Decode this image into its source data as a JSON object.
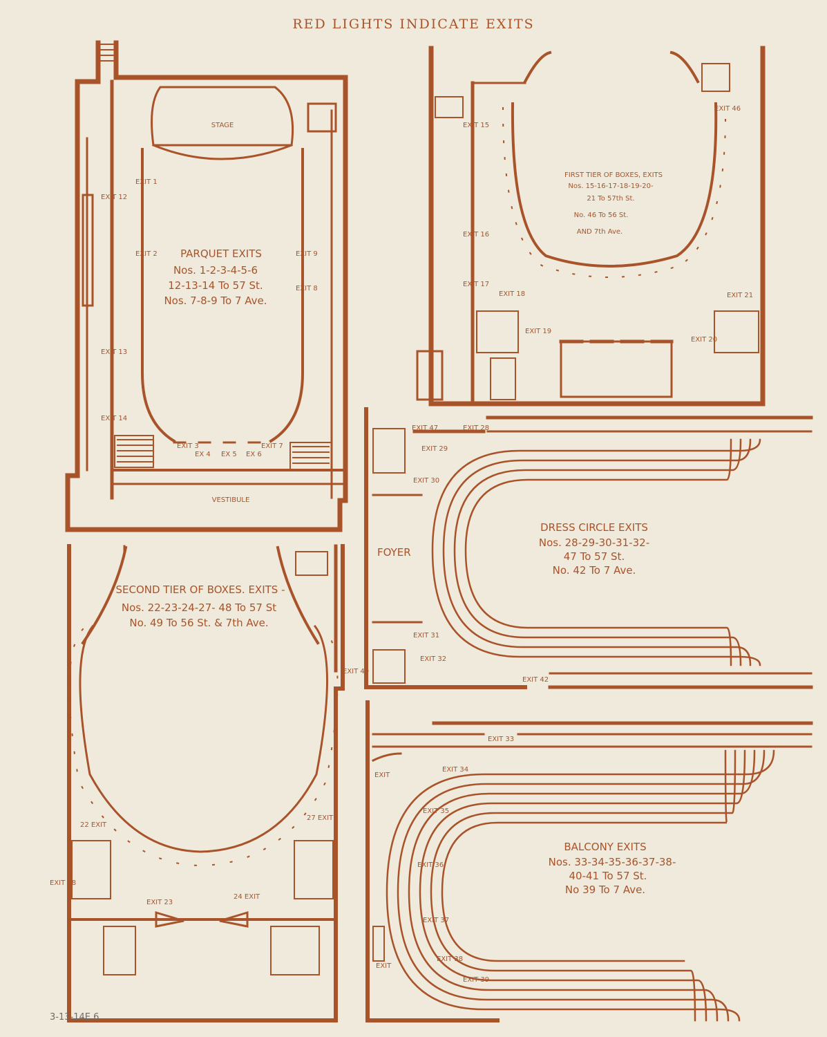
{
  "header": "RED LIGHTS INDICATE EXITS",
  "handwritten_note": "3-13-14E.6",
  "colors": {
    "ink": "#a9532a",
    "paper": "#efeadb"
  },
  "parquet": {
    "stage": "STAGE",
    "vestibule": "VESTIBULE",
    "title": "PARQUET EXITS",
    "lines": [
      "Nos. 1-2-3-4-5-6",
      "12-13-14 To 57 St.",
      "Nos. 7-8-9 To 7 Ave."
    ],
    "exits": {
      "e1": "EXIT 1",
      "e2": "EXIT 2",
      "e3": "EXIT 3",
      "e4": "EX 4",
      "e5": "EX 5",
      "e6": "EX 6",
      "e7": "EXIT 7",
      "e8": "EXIT 8",
      "e9": "EXIT 9",
      "e12": "EXIT 12",
      "e13": "EXIT 13",
      "e14": "EXIT 14"
    }
  },
  "first_tier": {
    "title": "FIRST TIER OF BOXES, EXITS",
    "lines": [
      "Nos. 15-16-17-18-19-20-",
      "21 To 57th St.",
      "No. 46 To 56 St.",
      "AND 7th Ave."
    ],
    "exits": {
      "e15": "EXIT 15",
      "e16": "EXIT 16",
      "e17": "EXIT 17",
      "e18": "EXIT 18",
      "e19": "EXIT 19",
      "e20": "EXIT 20",
      "e21": "EXIT 21",
      "e46": "EXIT 46"
    }
  },
  "dress_circle": {
    "foyer": "FOYER",
    "title": "DRESS CIRCLE EXITS",
    "lines": [
      "Nos. 28-29-30-31-32-",
      "47 To 57 St.",
      "No. 42 To 7 Ave."
    ],
    "exits": {
      "e28": "EXIT 28",
      "e29": "EXIT 29",
      "e30": "EXIT 30",
      "e31": "EXIT 31",
      "e32": "EXIT 32",
      "e42": "EXIT 42",
      "e47": "EXIT 47"
    }
  },
  "second_tier": {
    "title": "SECOND TIER OF BOXES. EXITS -",
    "lines": [
      "Nos. 22-23-24-27- 48 To 57 St",
      "No. 49 To 56 St. & 7th Ave."
    ],
    "exits": {
      "e22": "22 EXIT",
      "e23": "EXIT 23",
      "e24": "24 EXIT",
      "e27": "27 EXIT",
      "e48": "EXIT 48",
      "e49": "EXIT 49"
    }
  },
  "balcony": {
    "title": "BALCONY EXITS",
    "lines": [
      "Nos. 33-34-35-36-37-38-",
      "40-41 To 57 St.",
      "No 39 To 7 Ave."
    ],
    "exits": {
      "e33": "EXIT 33",
      "e34": "EXIT 34",
      "e35": "EXIT 35",
      "e36": "EXIT 36",
      "e37": "EXIT 37",
      "e38": "EXIT 38",
      "e39": "EXIT 39",
      "e40": "EXIT",
      "e41": "EXIT"
    }
  }
}
